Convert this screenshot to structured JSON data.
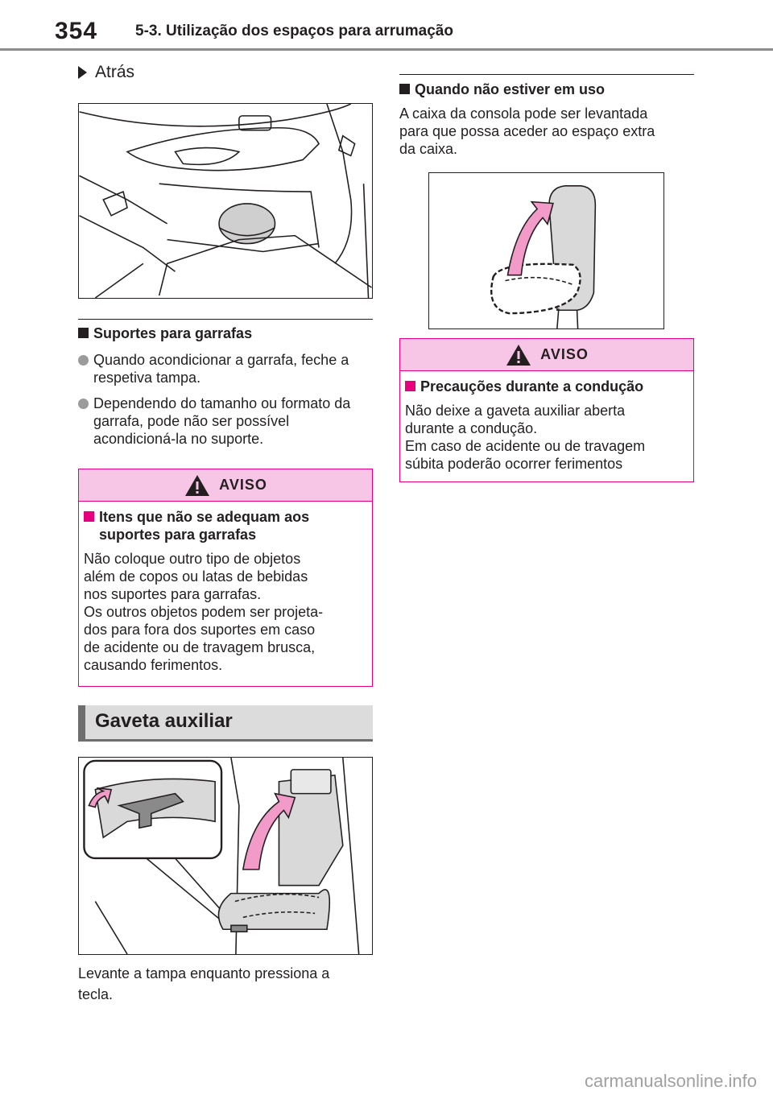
{
  "header": {
    "page_number": "354",
    "section_title": "5-3. Utilização dos espaços para arrumação"
  },
  "left": {
    "subheading": "Atrás",
    "cupholder_heading": "Suportes para garrafas",
    "bullets": [
      "Quando acondicionar a garrafa, feche a respetiva tampa.",
      "Dependendo do tamanho ou formato da garrafa, pode não ser possível acondicioná-la no suporte."
    ],
    "warning": {
      "label": "AVISO",
      "heading": "Itens que não se adequam aos suportes para garrafas",
      "text_lines": [
        "Não coloque outro tipo de objetos",
        "além de copos ou latas de bebidas",
        "nos suportes para garrafas.",
        "Os outros objetos podem ser projeta-",
        "dos para fora dos suportes em caso",
        "de acidente ou de travagem brusca,",
        "causando ferimentos."
      ]
    },
    "section_heading": "Gaveta auxiliar",
    "caption_lines": [
      "Levante a tampa enquanto pressiona a",
      "tecla."
    ]
  },
  "right": {
    "heading": "Quando não estiver em uso",
    "text_lines": [
      "A caixa da consola pode ser levantada",
      "para que possa aceder ao espaço extra",
      "da caixa."
    ],
    "warning": {
      "label": "AVISO",
      "heading": "Precauções durante a condução",
      "text_lines": [
        "Não deixe a gaveta auxiliar aberta",
        "durante a condução.",
        "Em caso de acidente ou de travagem",
        "súbita poderão ocorrer ferimentos"
      ]
    }
  },
  "watermark": "carmanualsonline.info",
  "colors": {
    "warning_border": "#e6007e",
    "warning_fill": "#f7c6e6",
    "arrow_fill": "#f29ac8"
  }
}
